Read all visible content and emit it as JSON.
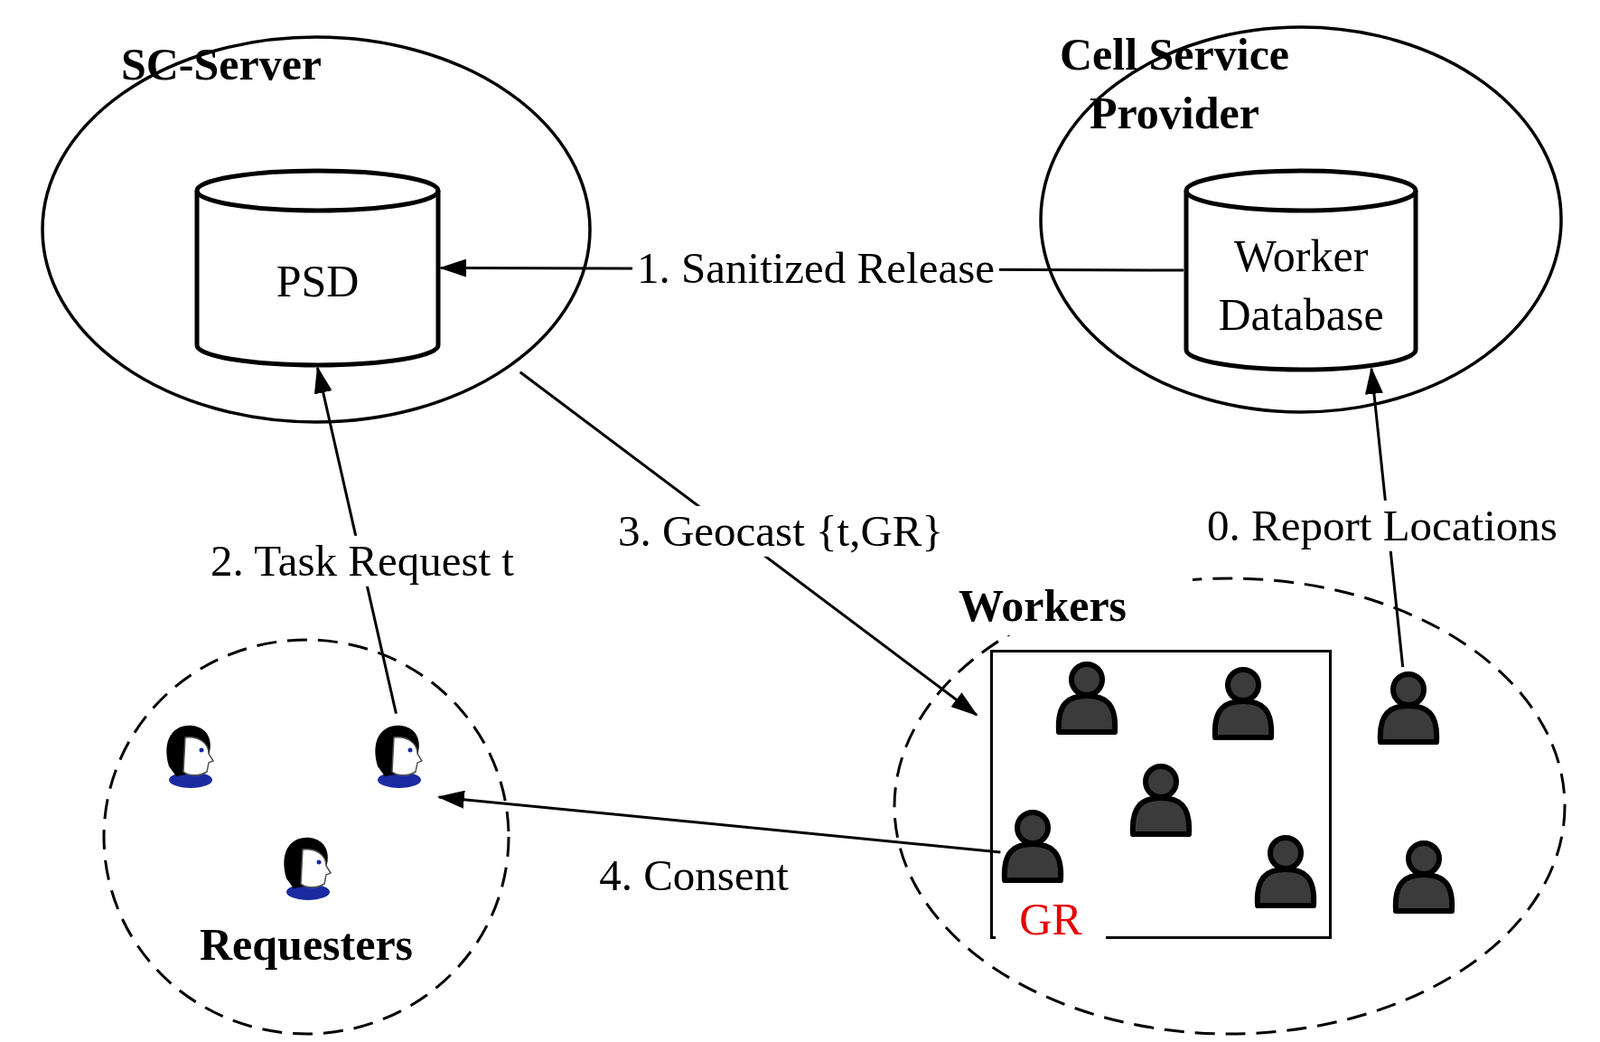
{
  "diagram": {
    "nodes": [
      {
        "text": [
          "SC-Server"
        ]
      },
      {
        "text": [
          "PSD"
        ],
        "in": 0
      },
      {
        "text": [
          "Cell Service Provider"
        ]
      },
      {
        "text": [
          "Worker Database"
        ],
        "in": 2
      },
      {
        "text": [
          "Requesters"
        ]
      },
      {
        "text": [
          "Workers"
        ]
      },
      {
        "text": [
          "GR"
        ],
        "in": 5
      }
    ],
    "edges": [
      {
        "from": 3,
        "to": 1,
        "label": "1. Sanitized Release",
        "arrow": "to"
      },
      {
        "from": 4,
        "to": 1,
        "label": "2. Task Request t",
        "arrow": "to"
      },
      {
        "from": 0,
        "to": 6,
        "label": "3. Geocast {t,GR}",
        "arrow": "to"
      },
      {
        "from": 5,
        "to": 3,
        "label": "0. Report Locations",
        "arrow": "to"
      },
      {
        "from": 6,
        "to": 4,
        "label": "4. Consent",
        "arrow": "to"
      }
    ]
  }
}
